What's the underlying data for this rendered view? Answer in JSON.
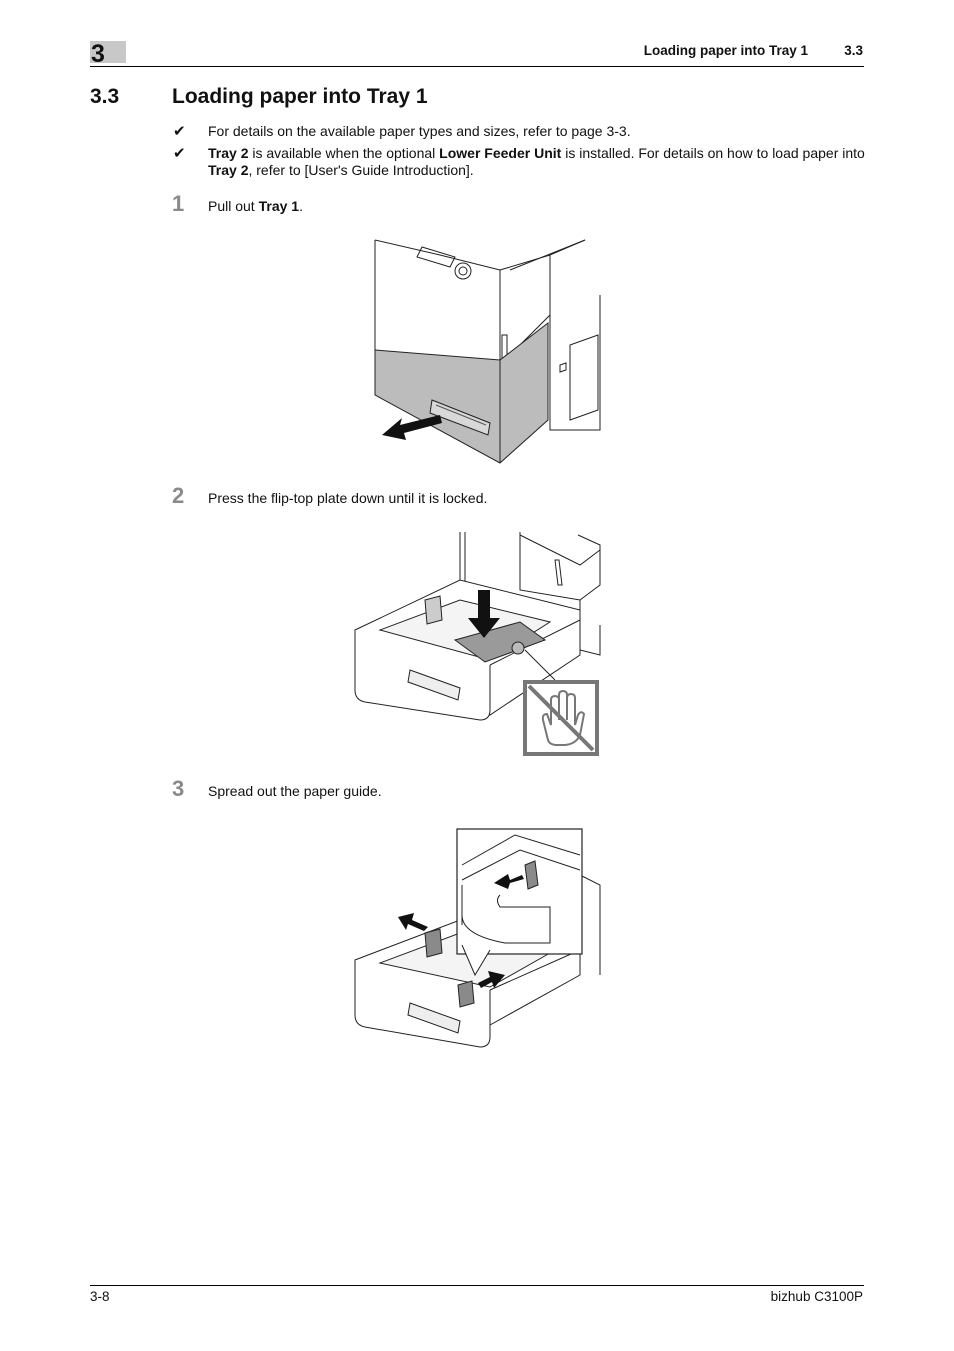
{
  "header": {
    "chapter_number": "3",
    "title": "Loading paper into Tray 1",
    "section": "3.3"
  },
  "section": {
    "number": "3.3",
    "title": "Loading paper into Tray 1"
  },
  "notes": [
    {
      "bullet": "✔",
      "text": "For details on the available paper types and sizes, refer to page 3-3."
    },
    {
      "bullet": "✔",
      "b1": "Tray 2",
      "t1": " is available when the optional ",
      "b2": "Lower Feeder Unit",
      "t2": " is installed. For details on how to load paper into ",
      "b3": "Tray 2",
      "t3": ", refer to [User's Guide Introduction]."
    }
  ],
  "steps": [
    {
      "number": "1",
      "text_pre": "Pull out ",
      "text_bold": "Tray 1",
      "text_post": "."
    },
    {
      "number": "2",
      "text": "Press the flip-top plate down until it is locked."
    },
    {
      "number": "3",
      "text": "Spread out the paper guide."
    }
  ],
  "footer": {
    "page": "3-8",
    "product": "bizhub C3100P"
  }
}
